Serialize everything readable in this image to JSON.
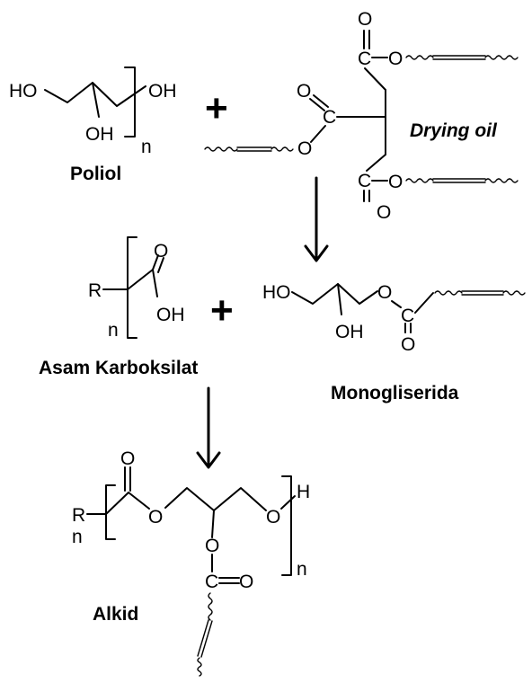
{
  "labels": {
    "poliol": "Poliol",
    "drying_oil": "Drying oil",
    "asam_karboksilat": "Asam Karboksilat",
    "monogliserida": "Monogliserida",
    "alkid": "Alkid"
  },
  "symbols": {
    "plus": "+",
    "HO": "HO",
    "OH": "OH",
    "O": "O",
    "C": "C",
    "R": "R",
    "H": "H",
    "n": "n"
  }
}
